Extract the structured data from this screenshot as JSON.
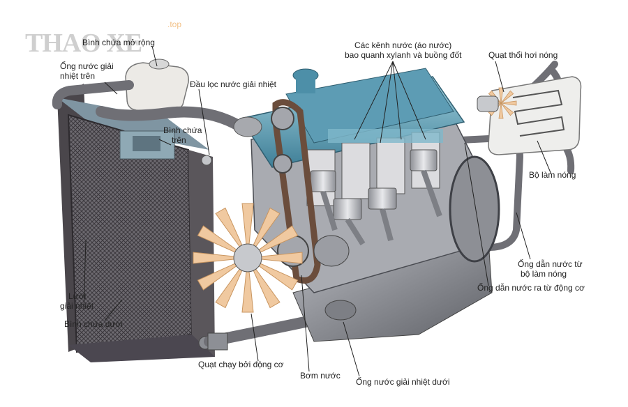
{
  "watermark": {
    "brand": "THAO XE",
    "suffix": ".top"
  },
  "labels": {
    "expansion_tank": "Bình chứa mở rộng",
    "upper_hose_1": "Ống nước giải",
    "upper_hose_2": "nhiệt trên",
    "radiator_cap": "Đầu lọc nước giải nhiệt",
    "upper_tank_1": "Bình chứa",
    "upper_tank_2": "trên",
    "water_jacket_1": "Các kênh nước (áo nước)",
    "water_jacket_2": "bao quanh xylanh và buồng đốt",
    "heater_fan": "Quạt thổi hơi nóng",
    "heater_core": "Bộ làm nóng",
    "heater_return_1": "Ống dẫn nước từ",
    "heater_return_2": "bộ làm nóng",
    "engine_outlet_hose": "Ống dẫn nước ra từ động cơ",
    "radiator_core_1": "Lưới",
    "radiator_core_2": "giải nhiệt",
    "lower_tank": "Bình chứa dưới",
    "engine_fan": "Quạt chạy bởi động cơ",
    "water_pump": "Bơm nước",
    "lower_hose": "Ống nước giải nhiệt dưới"
  },
  "colors": {
    "engine_blue": "#4d8fa8",
    "engine_blue_light": "#8cc1d2",
    "metal_gray": "#8b8e96",
    "metal_dark": "#55575d",
    "fan_orange": "#f0c9a0",
    "radiator_dark": "#3f3b40",
    "hose_gray": "#6f6f75"
  }
}
